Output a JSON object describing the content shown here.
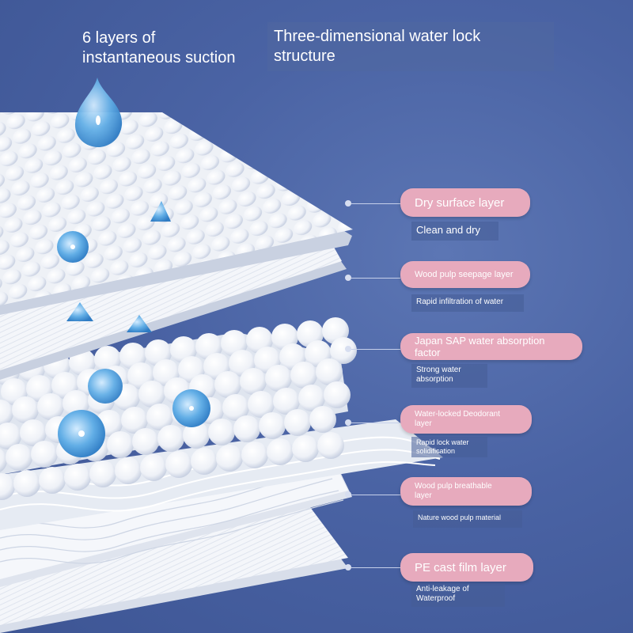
{
  "header": {
    "left_title": "6 layers of\ninstantaneous suction",
    "right_title": "Three-dimensional water lock\nstructure"
  },
  "layers": [
    {
      "label": "Dry surface layer",
      "description": "Clean and dry"
    },
    {
      "label": "Wood pulp seepage layer",
      "description": "Rapid infiltration of water"
    },
    {
      "label": "Japan SAP water absorption factor",
      "description": "Strong water\nabsorption"
    },
    {
      "label": "Water-locked Deodorant\nlayer",
      "description": "Rapid lock water\nsolidification"
    },
    {
      "label": "Wood pulp breathable\nlayer",
      "description": "Nature wood pulp material"
    },
    {
      "label": "PE cast film layer",
      "description": "Anti-leakage of\nWaterproof"
    }
  ],
  "colors": {
    "background": "#4a63a4",
    "label_pill": "#e7aabd",
    "water_drop": "#5aa8e0"
  },
  "icons": [
    "water-drop-icon"
  ]
}
